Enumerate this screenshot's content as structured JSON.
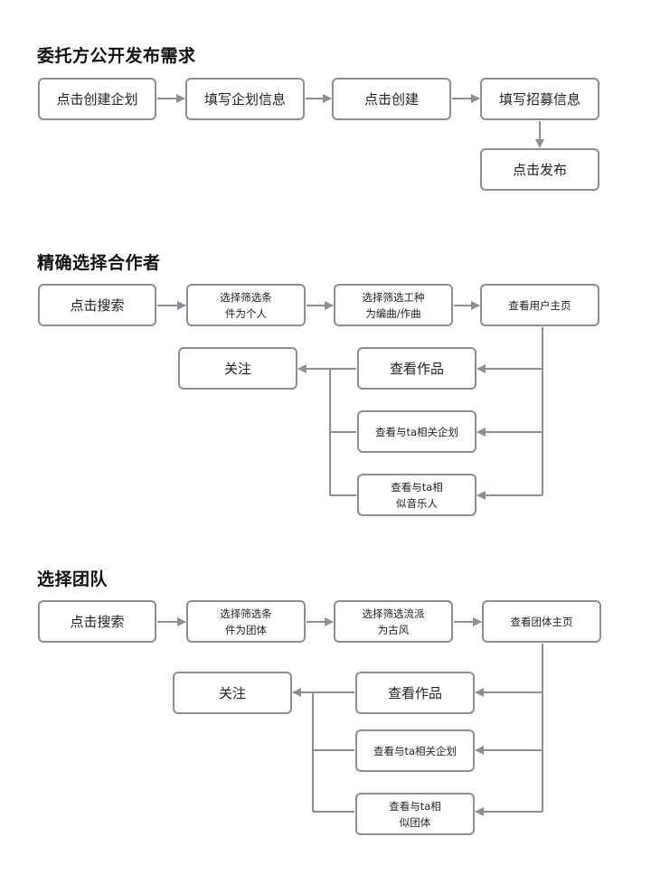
{
  "sections": [
    {
      "title": "委托方公开发布需求",
      "steps": [
        "点击创建企划",
        "填写企划信息",
        "点击创建",
        "填写招募信息",
        "点击发布"
      ]
    },
    {
      "title": "精确选择合作者",
      "steps": [
        "点击搜索",
        [
          "选择筛选条",
          "件为个人"
        ],
        [
          "选择筛选工种",
          "为编曲/作曲"
        ],
        "查看用户主页"
      ],
      "branches": [
        "查看作品",
        "查看与ta相关企划",
        [
          "查看与ta相",
          "似音乐人"
        ]
      ],
      "follow": "关注"
    },
    {
      "title": "选择团队",
      "steps": [
        "点击搜索",
        [
          "选择筛选条",
          "件为团体"
        ],
        [
          "选择筛选流派",
          "为古风"
        ],
        "查看团体主页"
      ],
      "branches": [
        "查看作品",
        "查看与ta相关企划",
        [
          "查看与ta相",
          "似团体"
        ]
      ],
      "follow": "关注"
    }
  ],
  "colors": {
    "line": "#8e8e96",
    "text": "#222222"
  }
}
